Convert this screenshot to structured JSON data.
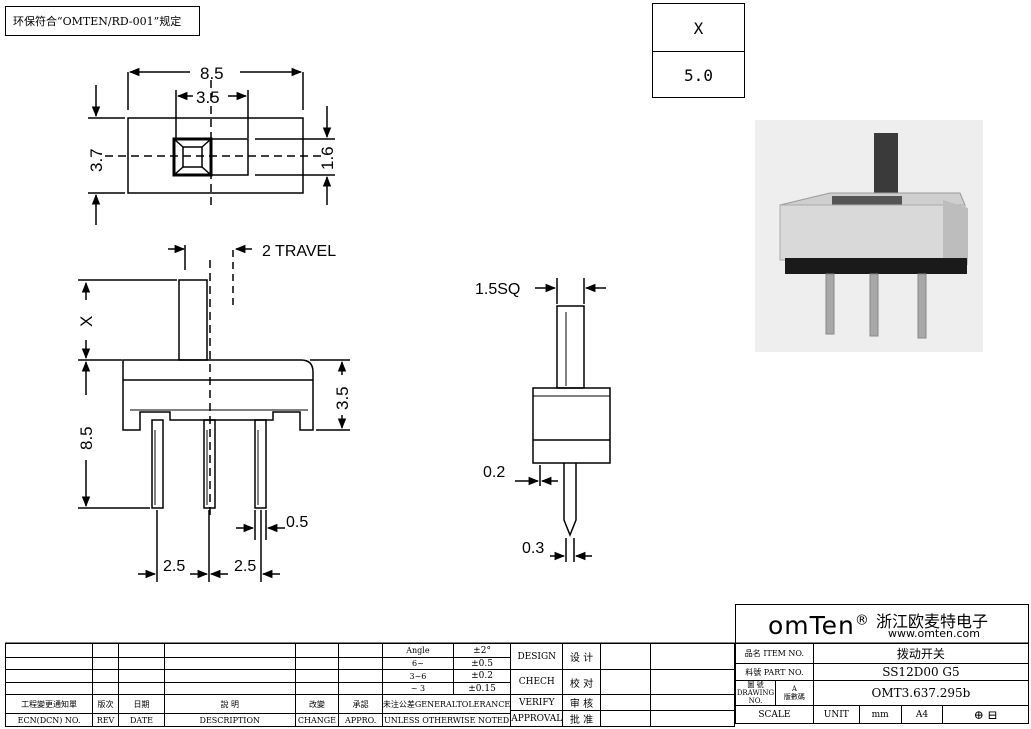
{
  "header_note": "环保符合“OMTEN/RD-001”规定",
  "x_box": {
    "label": "X",
    "value": "5.0"
  },
  "dimensions": {
    "width_total": "8.5",
    "slot": "3.5",
    "height": "3.7",
    "actuator": "1.6",
    "travel": "2 TRAVEL",
    "x_label": "X",
    "body_height": "8.5",
    "body_upper": "3.5",
    "pin_width": "0.5",
    "pitch_1": "2.5",
    "pitch_2": "2.5",
    "actuator_sq": "1.5SQ",
    "pin_thick": "0.2",
    "pin_tip": "0.3"
  },
  "logo": {
    "brand": "omTen",
    "reg": "®",
    "company": "浙江欧麦特电子",
    "url": "www.omten.com"
  },
  "tolerance": {
    "angle_label": "Angle",
    "angle_val": "±2°",
    "r1_label": "6~",
    "r1_val": "±0.5",
    "r2_label": "3~6",
    "r2_val": "±0.2",
    "r3_label": "~ 3",
    "r3_val": "±0.15",
    "note_cn": "未注公差GENERALTOLERANCE",
    "note_en": "UNLESS OTHERWISE NOTED"
  },
  "approval": {
    "design_en": "DESIGN",
    "design_cn": "设 计",
    "check_en": "CHECH",
    "check_cn": "校 对",
    "verify_en": "VERIFY",
    "verify_cn": "审 核",
    "approval_en": "APPROVAL",
    "approval_cn": "批 准"
  },
  "revision": {
    "ecn_cn": "工程變更通知單",
    "ecn_en": "ECN(DCN) NO.",
    "rev_cn": "版次",
    "rev_en": "REV",
    "date_cn": "日期",
    "date_en": "DATE",
    "desc_cn": "說 明",
    "desc_en": "DESCRIPTION",
    "change_cn": "改變",
    "change_en": "CHANGE",
    "appro_cn": "承認",
    "appro_en": "APPRO."
  },
  "title_block": {
    "item_label": "品名 ITEM NO.",
    "item_value": "拨动开关",
    "part_label": "料號 PART NO.",
    "part_value": "SS12D00 G5",
    "drawing_label": "圖 號 DRAWING NO.",
    "drawing_ver": "A",
    "drawing_ver_label": "版數碼",
    "drawing_value": "OMT3.637.295b",
    "scale_label": "SCALE",
    "unit_label": "UNIT",
    "unit_value": "mm",
    "size_value": "A4",
    "projection_symbol": "⊕ ⊟"
  },
  "colors": {
    "line": "#000000",
    "photo_bg": "#eeeeee",
    "switch_body": "#d9d9d9",
    "switch_base": "#1a1a1a"
  }
}
